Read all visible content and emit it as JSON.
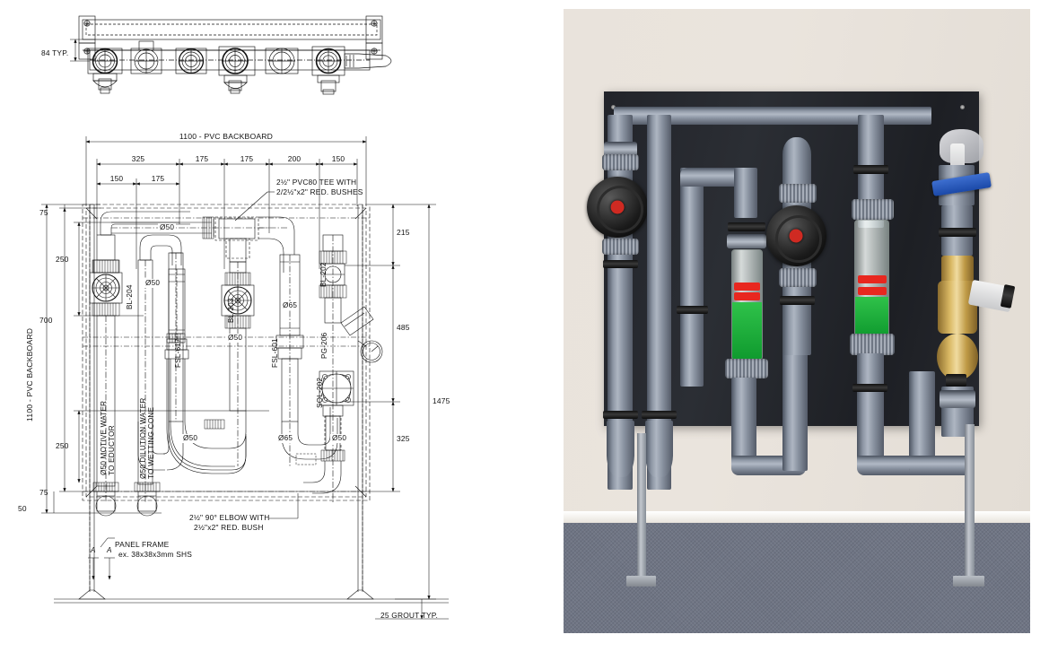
{
  "drawing": {
    "top_view": {
      "dim_vertical": "84 TYP."
    },
    "front_view": {
      "overall_width_label": "1100 - PVC BACKBOARD",
      "overall_height_label": "1100 - PVC BACKBOARD",
      "top_chain_dims": [
        "325",
        "175",
        "175",
        "200",
        "150"
      ],
      "second_chain_dims": [
        "150",
        "175"
      ],
      "left_dims": [
        "75",
        "250",
        "700",
        "250",
        "75",
        "50"
      ],
      "right_dims": [
        "215",
        "485",
        "325",
        "1475"
      ],
      "pipe_sizes": {
        "top_run": "Ø50",
        "loop": "Ø50",
        "fsl617_riser": "Ø50",
        "mid_riser": "Ø50",
        "fsl601_riser": "Ø65",
        "right_riser_65": "Ø65",
        "sol_riser": "Ø50"
      },
      "tags": {
        "bl204": "BL-204",
        "bl203": "BL-203",
        "bl202": "BL-202",
        "fsl617": "FSL-617",
        "fsl601": "FSL-601",
        "pg206": "PG-206",
        "sol202": "SOL-202"
      },
      "notes": {
        "tee": "2½\" PVC80 TEE WITH\n2/2½\"x2\" RED. BUSHES",
        "tee_line1": "2½\" PVC80 TEE WITH",
        "tee_line2": "2/2½\"x2\" RED. BUSHES",
        "elbow_line1": "2½\" 90° ELBOW WITH",
        "elbow_line2": "2½\"x2\" RED. BUSH",
        "panel_frame_line1": "PANEL FRAME",
        "panel_frame_line2": "ex. 38x38x3mm SHS",
        "grout": "25 GROUT TYP."
      },
      "stream_labels": {
        "motive_line1": "Ø50 MOTIVE WATER",
        "motive_line2": "TO EDUCTOR",
        "dilution_line1": "Ø50 DILUTION WATER",
        "dilution_line2": "TO WETTING CONE"
      },
      "section_marks": [
        "A",
        "A"
      ]
    },
    "colors": {
      "line": "#111111",
      "pvc_grey": "#8d96a4",
      "board_black": "#23262c",
      "rotameter_green": "#1faa39",
      "indicator_red": "#e8271f",
      "brass": "#c9a254",
      "lever_blue": "#1b49a8",
      "floor_grey": "#6f7584",
      "wall_cream": "#e9e3dc"
    }
  },
  "photo": {
    "caption": "",
    "components": [
      "backboard",
      "pvc-pipework",
      "ball-valve-left",
      "ball-valve-mid",
      "flow-indicator-left",
      "flow-indicator-right",
      "brass-solenoid-valve",
      "blue-lever-valve",
      "pressure-gauge-assembly",
      "support-leg-left",
      "support-leg-right"
    ]
  }
}
